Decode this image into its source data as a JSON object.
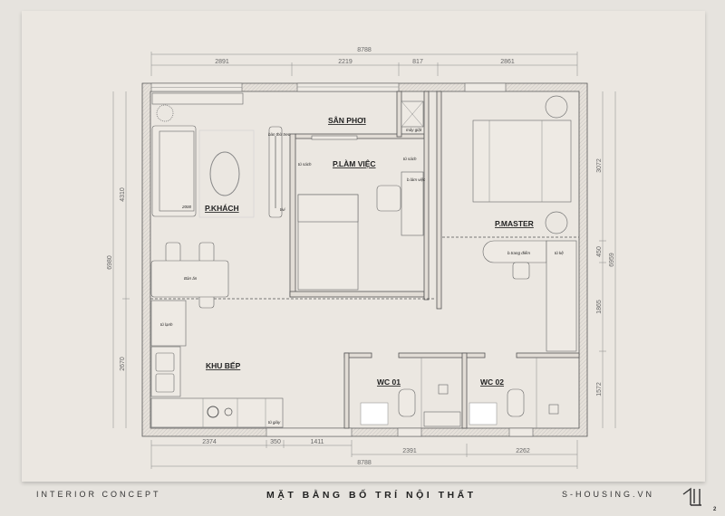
{
  "rooms": {
    "san_phoi": "SÂN PHƠI",
    "lam_viec": "P.LÀM VIỆC",
    "khach": "P.KHÁCH",
    "master": "P.MASTER",
    "bep": "KHU BẾP",
    "wc01": "WC 01",
    "wc02": "WC 02"
  },
  "labels": {
    "ban_tho_treo": "bàn thờ treo",
    "may_giat": "máy giặt",
    "tu_sach_1": "tủ sách",
    "tu_sach_2": "tủ sách",
    "b_lam_viec": "b.làm việc",
    "tivi": "tivi",
    "sofa_len": "2000",
    "ban_an": "Bàn ăn",
    "tu_lanh": "tủ lạnh",
    "tu_giay": "tủ giày",
    "b_trang_diem": "b.trang điểm",
    "tu_ke": "tủ kệ"
  },
  "dimensions": {
    "top_total": "8788",
    "top": [
      "2891",
      "2219",
      "817",
      "2861"
    ],
    "bottom_row1": [
      "2374",
      "350",
      "1411"
    ],
    "bottom_row2": [
      "2391",
      "2262"
    ],
    "bottom_total": "8788",
    "left_total": "6980",
    "left": [
      "4310",
      "2670"
    ],
    "right_total": "6959",
    "right": [
      "3072",
      "450",
      "1865",
      "1572"
    ]
  },
  "footer": {
    "left": "INTERIOR CONCEPT",
    "title": "MẶT BẰNG BỐ TRÍ NỘI THẤT",
    "right": "S-HOUSING.VN",
    "page": "2"
  }
}
